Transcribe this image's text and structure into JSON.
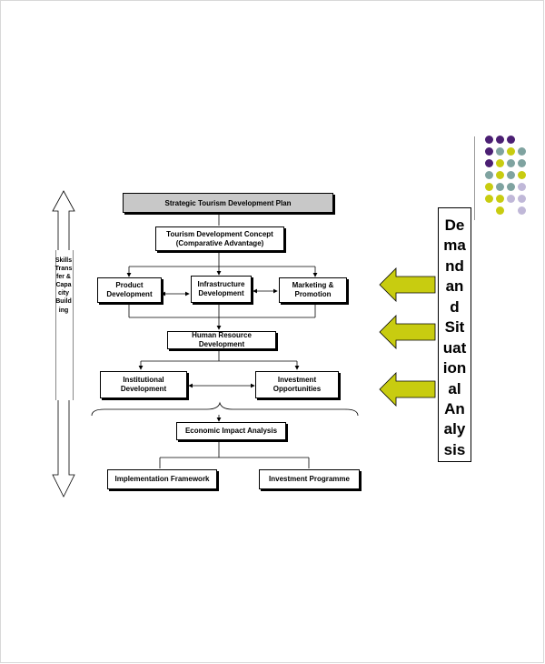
{
  "diagram": {
    "title": "Strategic Tourism Development Plan",
    "concept": {
      "line1": "Tourism Development Concept",
      "line2": "(Comparative Advantage)"
    },
    "product": {
      "line1": "Product",
      "line2": "Development"
    },
    "infrastructure": {
      "line1": "Infrastructure",
      "line2": "Development"
    },
    "marketing": {
      "line1": "Marketing &",
      "line2": "Promotion"
    },
    "hrd": "Human Resource Development",
    "institutional": {
      "line1": "Institutional",
      "line2": "Development"
    },
    "investment_opp": {
      "line1": "Investment",
      "line2": "Opportunities"
    },
    "economic": "Economic Impact Analysis",
    "implementation": "Implementation Framework",
    "investment_prog": "Investment Programme",
    "skills": [
      "Skills",
      "Trans",
      "fer &",
      "Capa",
      "city",
      "Build",
      "ing"
    ],
    "demand": [
      "De",
      "ma",
      "nd",
      "an",
      "d",
      "Sit",
      "uat",
      "ion",
      "al",
      "An",
      "aly",
      "sis"
    ]
  },
  "colors": {
    "arrow_fill": "#c8cc10",
    "title_fill": "#c8c8c8",
    "dot_purple": "#4b1f73",
    "dot_teal": "#7fa3a0",
    "dot_yellow": "#c8cc10",
    "dot_lavender": "#c0b8d8"
  }
}
